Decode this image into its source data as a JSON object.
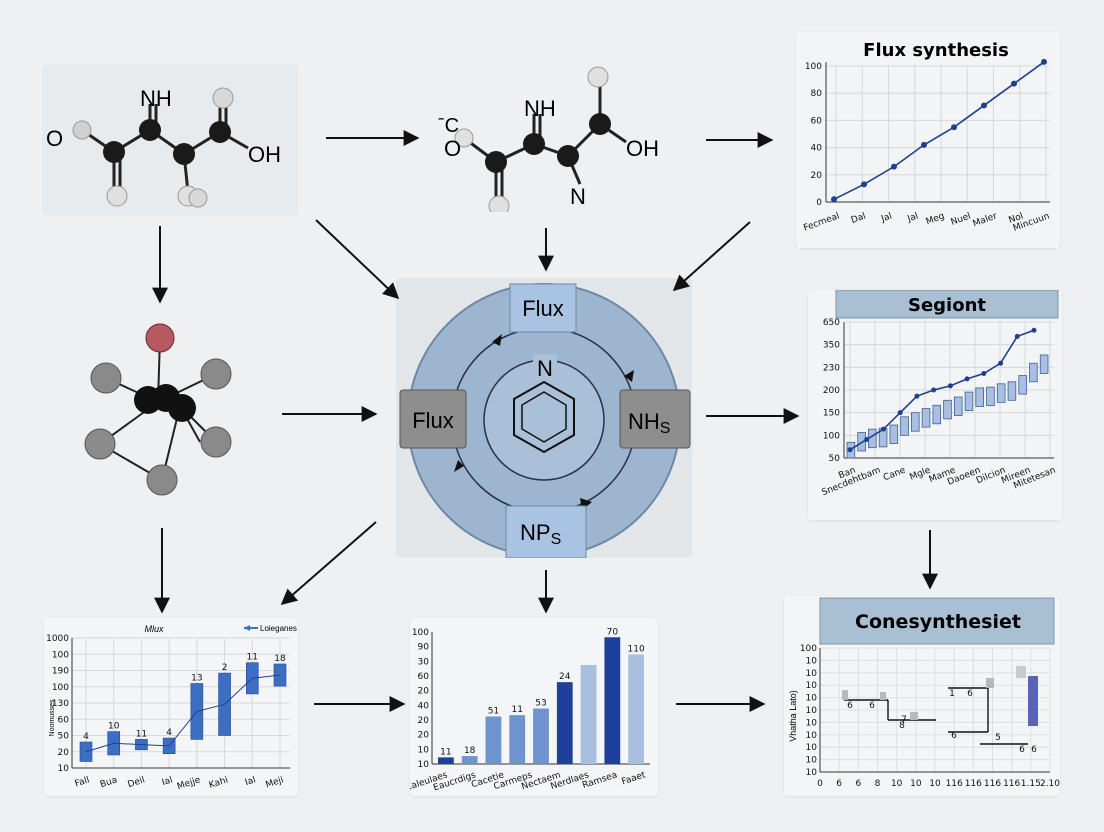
{
  "molecules": {
    "m1": {
      "nh": "NH",
      "o": "O",
      "oh": "OH"
    },
    "m2": {
      "c": "ˉC",
      "o": "O",
      "nh": "NH",
      "oh": "OH",
      "n": "N"
    }
  },
  "cycle": {
    "top": "Flux",
    "left": "Flux",
    "right_base": "NH",
    "right_sub": "S",
    "bottom_base": "NP",
    "bottom_sub": "S",
    "ring_label": "N"
  },
  "colors": {
    "series_line": "#1f3f8f",
    "bar_blue": "#3c6fc4",
    "bar_pale": "#a9bfe0",
    "bar_dark": "#1e3f9a",
    "cycle_outer": "#9db5cf",
    "node_gray": "#8e8e8e",
    "node_blue": "#a9c3e2",
    "title_band": "#a9bfd3"
  },
  "chart_data": [
    {
      "id": "flux-synthesis",
      "type": "line",
      "title": "Flux synthesis",
      "categories": [
        "Fecmeal",
        "Dal",
        "Jal",
        "Jal",
        "Meg",
        "Nuel",
        "Maler",
        "Nol",
        "Mincuun"
      ],
      "values": [
        2,
        13,
        26,
        42,
        55,
        71,
        87,
        103
      ],
      "yticks": [
        "0",
        "20",
        "40",
        "60",
        "80",
        "100"
      ],
      "ylim": [
        0,
        100
      ]
    },
    {
      "id": "segiont",
      "type": "bar",
      "title": "Segiont",
      "categories": [
        "Ban",
        "Snecdehtbam",
        "Cane",
        "Mgle",
        "Mame",
        "Daoeen",
        "Dilcion",
        "Mireen",
        "Mitetesan"
      ],
      "bars": [
        88,
        112,
        120,
        122,
        130,
        150,
        160,
        170,
        178,
        190,
        198,
        210,
        220,
        222,
        230,
        235,
        250,
        280,
        300
      ],
      "line": [
        70,
        95,
        120,
        160,
        200,
        215,
        225,
        242,
        255,
        280,
        345,
        360
      ],
      "yticks": [
        "50",
        "100",
        "150",
        "200",
        "230",
        "350",
        "650"
      ],
      "ylim": [
        50,
        380
      ]
    },
    {
      "id": "mlux",
      "type": "bar",
      "title": "Mlux",
      "legend": "Loieganes",
      "ylabel": "Noomusses",
      "categories": [
        "Fall",
        "Bua",
        "Deil",
        "Ial",
        "Mejje",
        "Kahi",
        "Ial",
        "Meji"
      ],
      "ranges": [
        [
          5,
          20
        ],
        [
          10,
          28
        ],
        [
          14,
          22
        ],
        [
          11,
          23
        ],
        [
          22,
          65
        ],
        [
          25,
          73
        ],
        [
          57,
          81
        ],
        [
          63,
          80
        ]
      ],
      "values": [
        "4",
        "10",
        "11",
        "4",
        "13",
        "2",
        "11",
        "18"
      ],
      "yticks": [
        "10",
        "20",
        "50",
        "60",
        "130",
        "100",
        "190",
        "100",
        "1000"
      ],
      "ylim": [
        0,
        100
      ]
    },
    {
      "id": "category-bars",
      "type": "bar",
      "categories": [
        "Caleulaes",
        "Eaucrdigs",
        "Cacetie",
        "Carmeps",
        "Nectaem",
        "Nerdlaes",
        "Ramsea",
        "Faaet"
      ],
      "values": [
        5,
        6,
        36,
        37,
        42,
        62,
        75,
        96,
        83
      ],
      "value_labels": [
        "11",
        "18",
        "51",
        "11",
        "53",
        "24",
        "",
        "70",
        "110"
      ],
      "yticks": [
        "10",
        "10",
        "20",
        "20",
        "40",
        "20",
        "60",
        "30",
        "90",
        "100"
      ],
      "ylim": [
        0,
        100
      ]
    },
    {
      "id": "conesynthesiet",
      "type": "line",
      "title": "Conesynthesiet",
      "ylabel": "Vhatha Lato)",
      "xticks": [
        "0",
        "6",
        "6",
        "8",
        "10",
        "10",
        "10",
        "116",
        "116",
        "116",
        "116",
        "1.15",
        "2.10"
      ],
      "yticks": [
        "100",
        "10",
        "10",
        "10",
        "10",
        "10",
        "10",
        "10",
        "10",
        "10",
        "10"
      ],
      "steps_labels": [
        "6",
        "6",
        "8",
        "1",
        "6",
        "6",
        "6",
        "6",
        "7",
        "5"
      ]
    }
  ]
}
